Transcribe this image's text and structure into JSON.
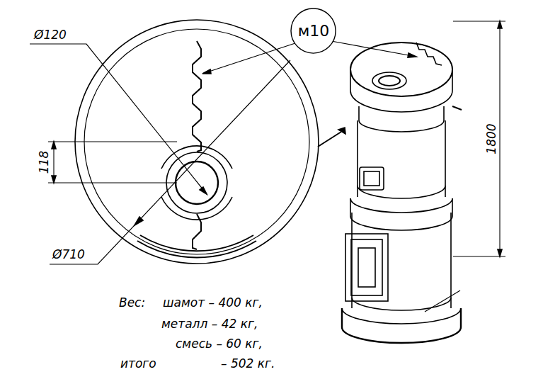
{
  "diagram": {
    "nodes": [
      {
        "text": [
          "м10"
        ]
      }
    ],
    "labels": [
      "Ø120",
      "118",
      "Ø710",
      "1800",
      "Вес:",
      "шамот – 400 кг,",
      "металл – 42 кг,",
      "смесь – 60 кг,",
      "итого",
      "– 502 кг."
    ]
  }
}
